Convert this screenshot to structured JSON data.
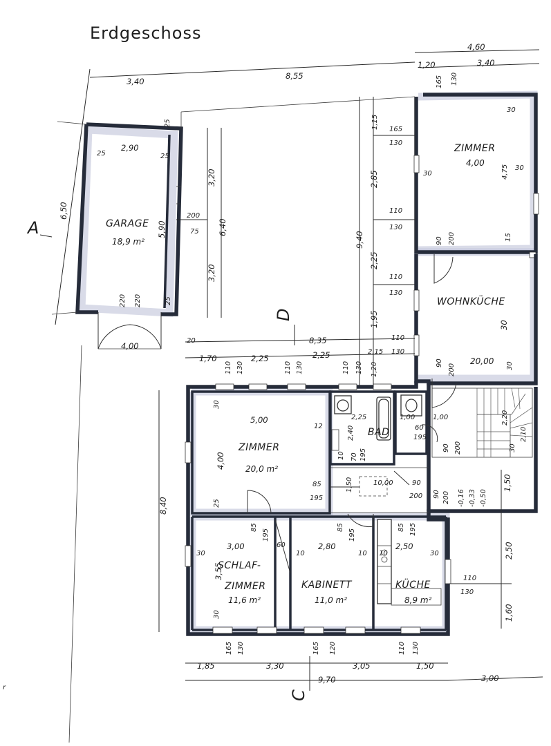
{
  "title": "Erdgeschoss",
  "sections": [
    "A",
    "D",
    "C"
  ],
  "rooms": {
    "garage": {
      "name": "GARAGE",
      "area": "18,9 m²"
    },
    "zimmer_top": {
      "name": "ZIMMER",
      "dim": "4,00"
    },
    "wohnkueche": {
      "name": "WOHNKÜCHE",
      "area": "20,00"
    },
    "zimmer_main": {
      "name": "ZIMMER",
      "area": "20,0 m²"
    },
    "bad": {
      "name": "BAD"
    },
    "schlafzimmer": {
      "name_1": "SCHLAF-",
      "name_2": "ZIMMER",
      "area": "11,6 m²"
    },
    "kabinett": {
      "name": "KABINETT",
      "area": "11,0 m²"
    },
    "kueche": {
      "name": "KÜCHE",
      "area": "8,9 m²"
    },
    "flur": {
      "area": "10,00"
    }
  },
  "dims_top": [
    "3,40",
    "8,55",
    "1,20",
    "4,60",
    "3,40",
    "165",
    "130"
  ],
  "dims_garage": [
    "2,90",
    "25",
    "25",
    "6,50",
    "5,90",
    "3,20",
    "3,20",
    "6,40",
    "200",
    "75",
    "220",
    "220",
    "25",
    "25",
    "4,00"
  ],
  "dims_middle": [
    "20",
    "8,35",
    "1,70",
    "110",
    "130",
    "2,25",
    "110",
    "130",
    "2,25",
    "110",
    "130",
    "1,20",
    "2,15",
    "110",
    "130"
  ],
  "dims_zimmer_top": [
    "1,15",
    "165",
    "130",
    "2,85",
    "110",
    "130",
    "9,40",
    "2,25",
    "110",
    "130",
    "1,95",
    "30",
    "30",
    "30",
    "4,75",
    "90",
    "200",
    "15",
    "30",
    "90",
    "200",
    "30"
  ],
  "dims_main": [
    "5,00",
    "12",
    "30",
    "4,00",
    "25",
    "85",
    "195",
    "8,40",
    "2,25",
    "2,40",
    "1,50",
    "10",
    "70",
    "195",
    "1,00",
    "1,00",
    "60",
    "195",
    "90",
    "200",
    "90",
    "200",
    "2,20",
    "2,10",
    "30",
    "90",
    "200",
    "-0,16",
    "-0,33",
    "-0,50",
    "1,50"
  ],
  "dims_lower": [
    "3,00",
    "85",
    "195",
    "60",
    "2,80",
    "10",
    "10",
    "85",
    "195",
    "85",
    "195",
    "2,50",
    "30",
    "30",
    "3,55",
    "30",
    "10",
    "110",
    "130",
    "2,50",
    "1,60"
  ],
  "dims_bottom": [
    "1,85",
    "165",
    "130",
    "3,30",
    "165",
    "120",
    "3,05",
    "110",
    "130",
    "1,50",
    "9,70",
    "3,00"
  ],
  "margin_note": "r"
}
